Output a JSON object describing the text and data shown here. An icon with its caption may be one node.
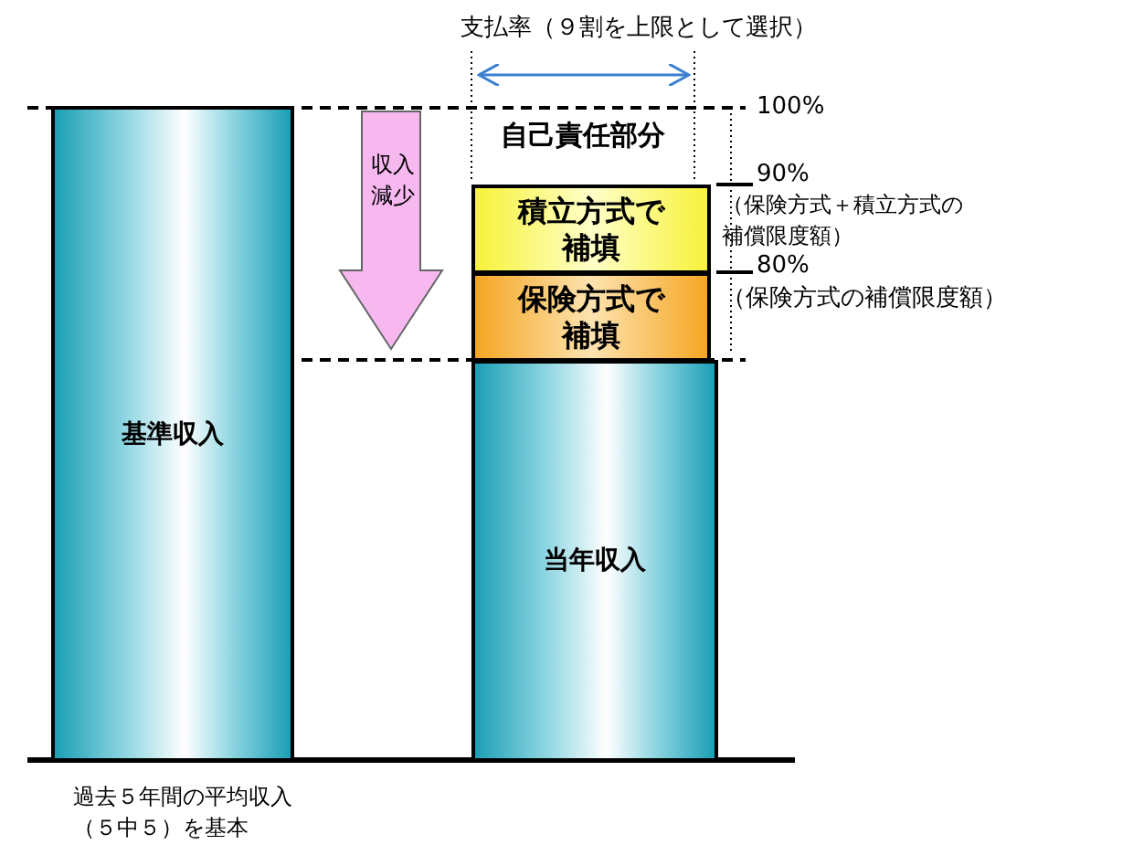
{
  "diagram": {
    "nodes": [
      {
        "text": [
          "基準収入"
        ]
      },
      {
        "text": [
          "収入減少"
        ]
      },
      {
        "text": [
          "積立方式で補填"
        ]
      },
      {
        "text": [
          "保険方式で補填"
        ]
      },
      {
        "text": [
          "当年収入"
        ]
      }
    ],
    "edges": [],
    "labels": [
      "支払率（９割を上限として選択）",
      "100%",
      "自己責任部分",
      "90%",
      "（保険方式＋積立方式の補償限度額）",
      "80%",
      "（保険方式の補償限度額）",
      "過去５年間の平均収入（５中５）を基本"
    ]
  }
}
